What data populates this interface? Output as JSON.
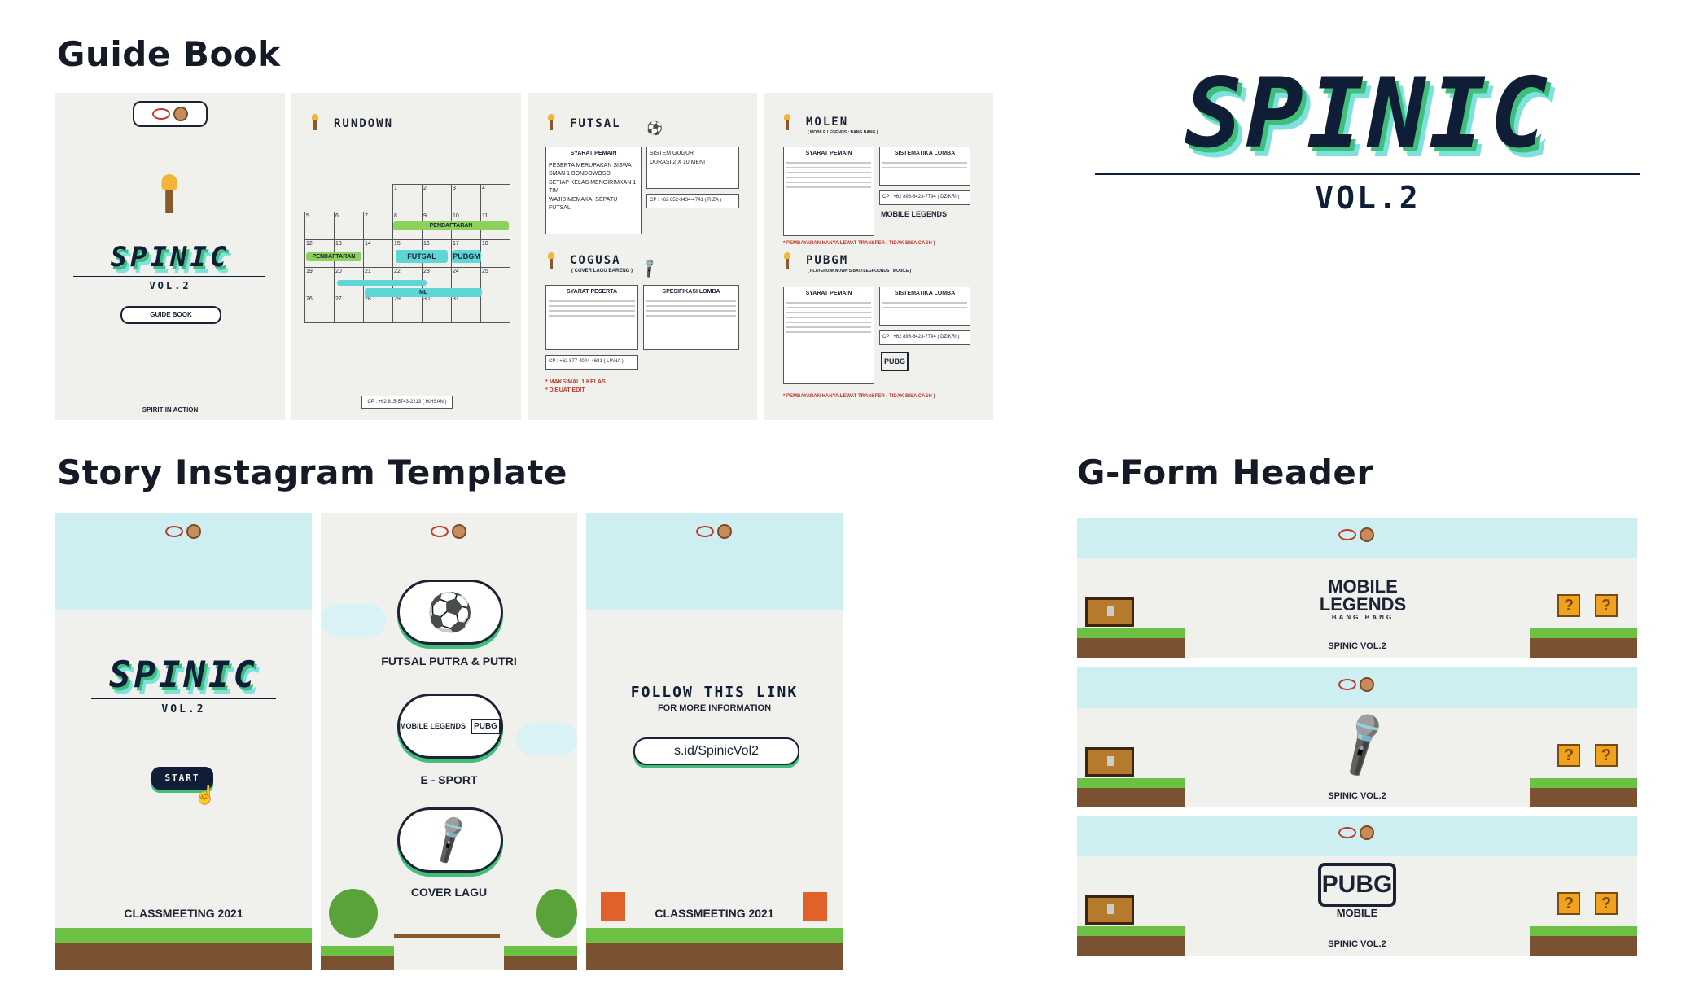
{
  "sections": {
    "guide_book": "Guide Book",
    "story": "Story Instagram Template",
    "gform": "G-Form Header"
  },
  "brand": {
    "logo": "SPINIC",
    "volume": "VOL.2",
    "school": "SMAN 1 BONDOWOSO",
    "colors": {
      "navy": "#0f1e36",
      "green": "#3fbf7a",
      "cyan": "#7fe1de",
      "sky": "#cdeff2",
      "grass": "#6cc043"
    }
  },
  "guide": {
    "cover": {
      "button": "GUIDE BOOK",
      "footer": "SPIRIT IN ACTION"
    },
    "rundown": {
      "title": "RUNDOWN",
      "calendar": [
        [
          "",
          "",
          "",
          "1",
          "2",
          "3",
          "4"
        ],
        [
          "5",
          "6",
          "7",
          "8",
          "9",
          "10",
          "11"
        ],
        [
          "12",
          "13",
          "14",
          "15",
          "16",
          "17",
          "18"
        ],
        [
          "19",
          "20",
          "21",
          "22",
          "23",
          "24",
          "25"
        ],
        [
          "26",
          "27",
          "28",
          "29",
          "30",
          "31",
          ""
        ]
      ],
      "events": {
        "pendaftaran": "PENDAFTARAN",
        "futsal": "FUTSAL",
        "pubgm": "PUBGM",
        "ml": "ML"
      },
      "contact": "CP : +62 815-5743-2213 ( IKHSAN )"
    },
    "futsal": {
      "title": "FUTSAL",
      "req_title": "SYARAT PEMAIN",
      "req_items": [
        "PESERTA MERUPAKAN SISWA SMAN 1 BONDOWOSO",
        "SETIAP KELAS MENGIRIMKAN 1 TIM",
        "WAJIB MEMAKAI SEPATU FUTSAL"
      ],
      "rule_items": [
        "SISTEM GUGUR",
        "DURASI 2 X 10 MENIT"
      ],
      "contact": "CP : +62 852-3434-4741 ( RIZA )"
    },
    "cogusa": {
      "title": "COGUSA",
      "subtitle": "( COVER LAGU BARENG )",
      "req_title": "SYARAT PESERTA",
      "spec_title": "SPESIFIKASI LOMBA",
      "contact": "CP : +62 877-4004-4681 ( LIANA )",
      "note": "* MAKSIMAL 1 KELAS",
      "note2": "* DIBUAT EDIT"
    },
    "molen": {
      "title": "MOLEN",
      "subtitle": "( MOBILE LEGENDS : BANG BANG )",
      "req_title": "SYARAT PEMAIN",
      "sys_title": "SISTEMATIKA LOMBA",
      "contact": "CP : +62 896-8423-7794 ( DZIKRI )",
      "note": "* PEMBAYARAN HANYA LEWAT TRANSFER ( TIDAK BISA CASH )",
      "game_logo": "MOBILE LEGENDS"
    },
    "pubgm": {
      "title": "PUBGM",
      "subtitle": "( PLAYERUNKNOWN'S BATTLEGROUNDS : MOBILE )",
      "req_title": "SYARAT PEMAIN",
      "sys_title": "SISTEMATIKA LOMBA",
      "contact": "CP : +62 896-8423-7794 ( DZIKRI )",
      "note": "* PEMBAYARAN HANYA LEWAT TRANSFER ( TIDAK BISA CASH )",
      "game_logo": "PUBG"
    }
  },
  "story": {
    "s1": {
      "button": "START",
      "footer": "CLASSMEETING 2021"
    },
    "s2": {
      "item1": "FUTSAL PUTRA & PUTRI",
      "item2": "E - SPORT",
      "item3": "COVER LAGU",
      "ml": "MOBILE LEGENDS",
      "pubg": "PUBG"
    },
    "s3": {
      "follow": "FOLLOW THIS LINK",
      "more": "FOR MORE INFORMATION",
      "link": "s.id/SpinicVol2",
      "footer": "CLASSMEETING 2021"
    }
  },
  "gform": {
    "h1": {
      "logo_top": "MOBILE",
      "logo_mid": "LEGENDS",
      "logo_sub": "BANG BANG",
      "caption": "SPINIC VOL.2"
    },
    "h2": {
      "caption": "SPINIC VOL.2"
    },
    "h3": {
      "logo_top": "PUBG",
      "logo_sub": "MOBILE",
      "caption": "SPINIC VOL.2"
    },
    "qmark": "?"
  }
}
